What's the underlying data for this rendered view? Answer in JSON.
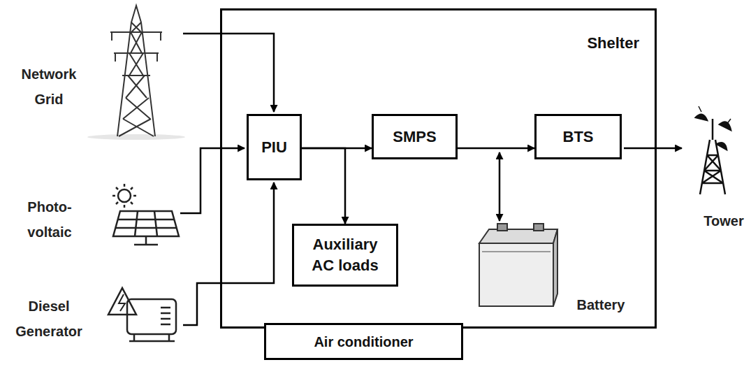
{
  "diagram": {
    "nodes": [
      {
        "text": [
          "Shelter"
        ]
      },
      {
        "text": [
          "PIU"
        ],
        "in": 0
      },
      {
        "text": [
          "SMPS"
        ],
        "in": 0
      },
      {
        "text": [
          "BTS"
        ],
        "in": 0
      },
      {
        "text": [
          "Auxiliary AC loads"
        ],
        "in": 0
      },
      {
        "text": [
          "Air conditioner"
        ]
      }
    ],
    "edges": [
      {
        "from": 1,
        "to": 2,
        "arrow": "to"
      },
      {
        "from": 2,
        "to": 3,
        "arrow": "to"
      },
      {
        "from": 1,
        "to": 4,
        "arrow": "to"
      }
    ],
    "labels": [
      "Network Grid",
      "Photo- voltaic",
      "Diesel Generator",
      "Battery",
      "Tower"
    ]
  }
}
